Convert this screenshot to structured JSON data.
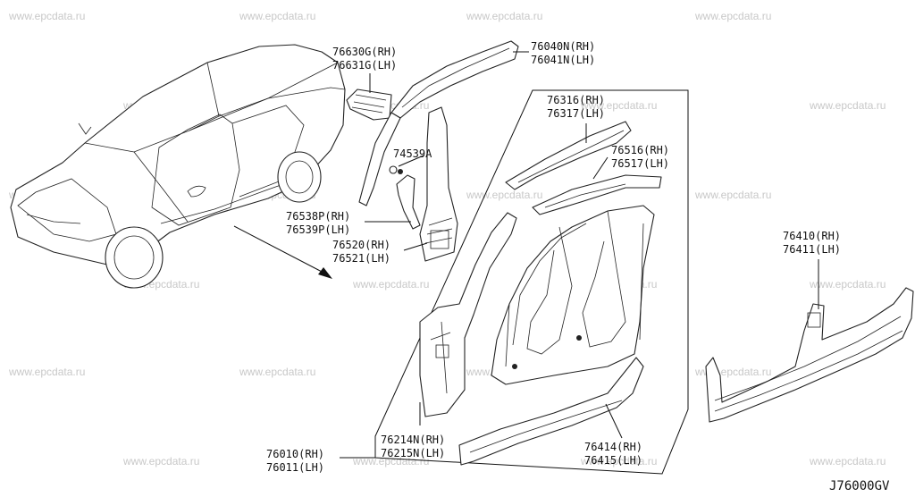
{
  "watermark": "www.epcdata.ru",
  "diagram_code": "J76000GV",
  "callouts": [
    {
      "id": "c76630",
      "lines": [
        "76630G(RH)",
        "76631G(LH)"
      ]
    },
    {
      "id": "c76040",
      "lines": [
        "76040N(RH)",
        "76041N(LH)"
      ]
    },
    {
      "id": "c74539",
      "lines": [
        "74539A"
      ]
    },
    {
      "id": "c76316",
      "lines": [
        "76316(RH)",
        "76317(LH)"
      ]
    },
    {
      "id": "c76516",
      "lines": [
        "76516(RH)",
        "76517(LH)"
      ]
    },
    {
      "id": "c76538",
      "lines": [
        "76538P(RH)",
        "76539P(LH)"
      ]
    },
    {
      "id": "c76520",
      "lines": [
        "76520(RH)",
        "76521(LH)"
      ]
    },
    {
      "id": "c76410",
      "lines": [
        "76410(RH)",
        "76411(LH)"
      ]
    },
    {
      "id": "c76214",
      "lines": [
        "76214N(RH)",
        "76215N(LH)"
      ]
    },
    {
      "id": "c76414",
      "lines": [
        "76414(RH)",
        "76415(LH)"
      ]
    },
    {
      "id": "c76010",
      "lines": [
        "76010(RH)",
        "76011(LH)"
      ]
    }
  ]
}
